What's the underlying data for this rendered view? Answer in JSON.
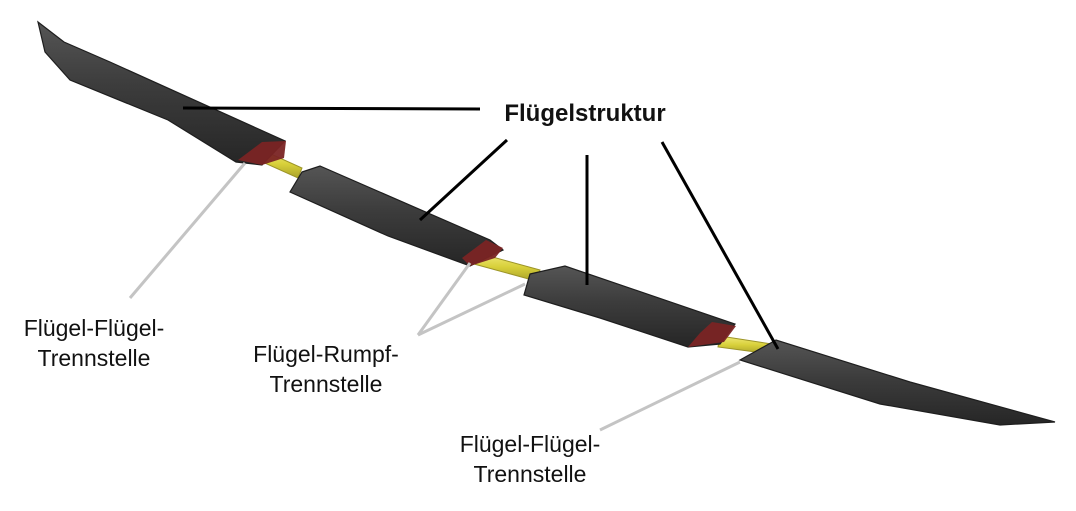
{
  "labels": {
    "structure": "Flügelstruktur",
    "split_left": [
      "Flügel-Flügel-",
      "Trennstelle"
    ],
    "root": [
      "Flügel-Rumpf-",
      "Trennstelle"
    ],
    "split_right": [
      "Flügel-Flügel-",
      "Trennstelle"
    ]
  },
  "colors": {
    "wing_skin": "#3c3c3c",
    "wing_shadow": "#2a2a2a",
    "wing_highlight": "#5a5a5a",
    "joint_rib": "#7a2424",
    "spar_tube": "#d8d03a",
    "leader_dark": "#000000",
    "leader_light": "#c4c4c4"
  }
}
